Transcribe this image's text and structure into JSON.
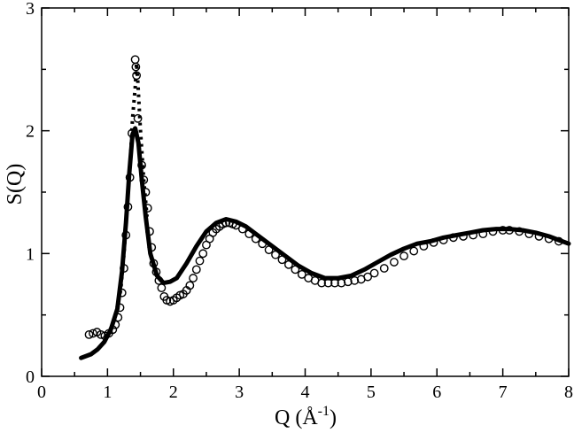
{
  "chart_data": {
    "type": "line",
    "xlabel": "Q (Å",
    "xlabel_sup": "-1",
    "xlabel_close": ")",
    "ylabel": "S(Q)",
    "xlim": [
      0,
      8
    ],
    "ylim": [
      0,
      3
    ],
    "x_ticks": [
      "0",
      "1",
      "2",
      "3",
      "4",
      "5",
      "6",
      "7",
      "8"
    ],
    "y_ticks": [
      "0",
      "1",
      "2",
      "3"
    ],
    "grid": false,
    "legend": "none",
    "series": [
      {
        "style": "solid",
        "color": "#000000",
        "points": [
          [
            0.6,
            0.15
          ],
          [
            0.75,
            0.18
          ],
          [
            0.85,
            0.22
          ],
          [
            0.95,
            0.28
          ],
          [
            1.05,
            0.38
          ],
          [
            1.15,
            0.55
          ],
          [
            1.22,
            0.85
          ],
          [
            1.28,
            1.25
          ],
          [
            1.33,
            1.65
          ],
          [
            1.38,
            1.97
          ],
          [
            1.42,
            2.02
          ],
          [
            1.47,
            1.9
          ],
          [
            1.52,
            1.6
          ],
          [
            1.58,
            1.3
          ],
          [
            1.65,
            1.0
          ],
          [
            1.75,
            0.82
          ],
          [
            1.85,
            0.76
          ],
          [
            1.95,
            0.77
          ],
          [
            2.05,
            0.8
          ],
          [
            2.2,
            0.92
          ],
          [
            2.35,
            1.06
          ],
          [
            2.5,
            1.18
          ],
          [
            2.65,
            1.25
          ],
          [
            2.8,
            1.28
          ],
          [
            2.95,
            1.26
          ],
          [
            3.1,
            1.22
          ],
          [
            3.3,
            1.14
          ],
          [
            3.5,
            1.06
          ],
          [
            3.7,
            0.98
          ],
          [
            3.9,
            0.9
          ],
          [
            4.1,
            0.84
          ],
          [
            4.3,
            0.8
          ],
          [
            4.5,
            0.8
          ],
          [
            4.7,
            0.82
          ],
          [
            4.9,
            0.87
          ],
          [
            5.1,
            0.93
          ],
          [
            5.3,
            0.99
          ],
          [
            5.5,
            1.04
          ],
          [
            5.7,
            1.08
          ],
          [
            5.9,
            1.1
          ],
          [
            6.1,
            1.13
          ],
          [
            6.3,
            1.15
          ],
          [
            6.5,
            1.17
          ],
          [
            6.7,
            1.19
          ],
          [
            6.9,
            1.2
          ],
          [
            7.1,
            1.2
          ],
          [
            7.3,
            1.19
          ],
          [
            7.5,
            1.17
          ],
          [
            7.7,
            1.14
          ],
          [
            7.9,
            1.1
          ],
          [
            8.0,
            1.08
          ]
        ]
      },
      {
        "style": "dotted",
        "color": "#000000",
        "points": [
          [
            1.1,
            0.45
          ],
          [
            1.2,
            0.7
          ],
          [
            1.25,
            1.0
          ],
          [
            1.3,
            1.4
          ],
          [
            1.35,
            1.8
          ],
          [
            1.38,
            2.1
          ],
          [
            1.42,
            2.35
          ],
          [
            1.44,
            2.55
          ],
          [
            1.46,
            2.4
          ],
          [
            1.5,
            2.0
          ],
          [
            1.55,
            1.6
          ],
          [
            1.6,
            1.3
          ]
        ]
      },
      {
        "style": "circles",
        "color": "#000000",
        "points": [
          [
            0.72,
            0.34
          ],
          [
            0.78,
            0.35
          ],
          [
            0.84,
            0.36
          ],
          [
            0.9,
            0.34
          ],
          [
            0.96,
            0.33
          ],
          [
            1.02,
            0.35
          ],
          [
            1.08,
            0.38
          ],
          [
            1.12,
            0.42
          ],
          [
            1.16,
            0.48
          ],
          [
            1.19,
            0.56
          ],
          [
            1.22,
            0.68
          ],
          [
            1.25,
            0.88
          ],
          [
            1.28,
            1.15
          ],
          [
            1.31,
            1.38
          ],
          [
            1.34,
            1.62
          ],
          [
            1.37,
            1.98
          ],
          [
            1.42,
            2.58
          ],
          [
            1.43,
            2.52
          ],
          [
            1.44,
            2.45
          ],
          [
            1.46,
            2.1
          ],
          [
            1.52,
            1.72
          ],
          [
            1.55,
            1.6
          ],
          [
            1.58,
            1.5
          ],
          [
            1.61,
            1.37
          ],
          [
            1.64,
            1.18
          ],
          [
            1.67,
            1.05
          ],
          [
            1.7,
            0.92
          ],
          [
            1.74,
            0.85
          ],
          [
            1.78,
            0.78
          ],
          [
            1.82,
            0.72
          ],
          [
            1.86,
            0.65
          ],
          [
            1.9,
            0.62
          ],
          [
            1.95,
            0.61
          ],
          [
            2.0,
            0.62
          ],
          [
            2.05,
            0.64
          ],
          [
            2.1,
            0.66
          ],
          [
            2.15,
            0.67
          ],
          [
            2.2,
            0.7
          ],
          [
            2.25,
            0.74
          ],
          [
            2.3,
            0.8
          ],
          [
            2.35,
            0.87
          ],
          [
            2.4,
            0.94
          ],
          [
            2.45,
            1.0
          ],
          [
            2.5,
            1.07
          ],
          [
            2.55,
            1.12
          ],
          [
            2.6,
            1.17
          ],
          [
            2.65,
            1.2
          ],
          [
            2.7,
            1.22
          ],
          [
            2.75,
            1.24
          ],
          [
            2.8,
            1.25
          ],
          [
            2.85,
            1.25
          ],
          [
            2.9,
            1.24
          ],
          [
            2.95,
            1.23
          ],
          [
            3.05,
            1.2
          ],
          [
            3.15,
            1.16
          ],
          [
            3.25,
            1.12
          ],
          [
            3.35,
            1.08
          ],
          [
            3.45,
            1.03
          ],
          [
            3.55,
            0.99
          ],
          [
            3.65,
            0.95
          ],
          [
            3.75,
            0.91
          ],
          [
            3.85,
            0.87
          ],
          [
            3.95,
            0.83
          ],
          [
            4.05,
            0.8
          ],
          [
            4.15,
            0.78
          ],
          [
            4.25,
            0.76
          ],
          [
            4.35,
            0.76
          ],
          [
            4.45,
            0.76
          ],
          [
            4.55,
            0.76
          ],
          [
            4.65,
            0.77
          ],
          [
            4.75,
            0.78
          ],
          [
            4.85,
            0.79
          ],
          [
            4.95,
            0.81
          ],
          [
            5.05,
            0.84
          ],
          [
            5.2,
            0.88
          ],
          [
            5.35,
            0.93
          ],
          [
            5.5,
            0.98
          ],
          [
            5.65,
            1.02
          ],
          [
            5.8,
            1.06
          ],
          [
            5.95,
            1.09
          ],
          [
            6.1,
            1.11
          ],
          [
            6.25,
            1.13
          ],
          [
            6.4,
            1.14
          ],
          [
            6.55,
            1.15
          ],
          [
            6.7,
            1.16
          ],
          [
            6.85,
            1.18
          ],
          [
            7.0,
            1.19
          ],
          [
            7.1,
            1.19
          ],
          [
            7.25,
            1.18
          ],
          [
            7.4,
            1.16
          ],
          [
            7.55,
            1.14
          ],
          [
            7.7,
            1.12
          ],
          [
            7.85,
            1.1
          ]
        ]
      }
    ]
  }
}
